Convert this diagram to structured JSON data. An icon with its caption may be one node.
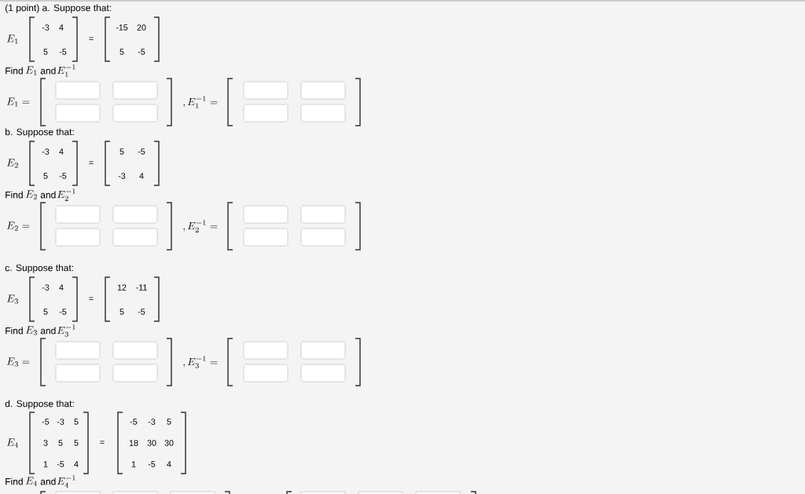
{
  "diagram": {
    "labels": [
      "(1 point) a. Suppose that:",
      "E_1",
      "-3",
      "4",
      "5",
      "-5",
      "=",
      "-15",
      "20",
      "5",
      "-5",
      "Find",
      "E_1",
      "and",
      "E_1^{-1}",
      "E_1 =",
      ",E_1^{-1} =",
      "b. Suppose that:",
      "E_2",
      "-3",
      "4",
      "5",
      "-5",
      "=",
      "5",
      "-5",
      "-3",
      "4",
      "Find",
      "E_2",
      "and",
      "E_2^{-1}",
      "E_2 =",
      ",E_2^{-1} =",
      "c. Suppose that:",
      "E_3",
      "-3",
      "4",
      "5",
      "-5",
      "=",
      "12",
      "-11",
      "5",
      "-5",
      "Find",
      "E_3",
      "and",
      "E_3^{-1}",
      "E_3 =",
      ",E_3^{-1} =",
      "d. Suppose that:",
      "E_4",
      "-5",
      "-3",
      "5",
      "3",
      "5",
      "5",
      "1",
      "-5",
      "4",
      "=",
      "-5",
      "-3",
      "5",
      "18",
      "30",
      "30",
      "1",
      "-5",
      "4",
      "Find",
      "E_4",
      "and",
      "E_4^{-1}"
    ]
  }
}
